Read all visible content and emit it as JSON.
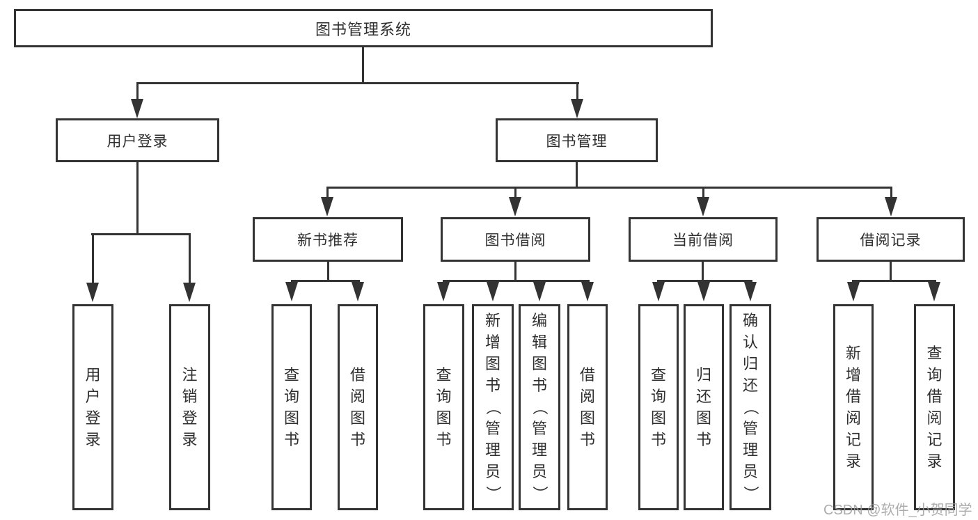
{
  "diagram": {
    "root": "图书管理系统",
    "level2": {
      "user_login": "用户登录",
      "book_mgmt": "图书管理"
    },
    "level3": {
      "new_books": "新书推荐",
      "book_borrow": "图书借阅",
      "current_borrow": "当前借阅",
      "borrow_records": "借阅记录"
    },
    "leaves": {
      "user_login": "用户登录",
      "logout": "注销登录",
      "nb_query": "查询图书",
      "nb_borrow": "借阅图书",
      "bb_query": "查询图书",
      "bb_add": "新增图书（管理员）",
      "bb_edit": "编辑图书（管理员）",
      "bb_borrow": "借阅图书",
      "cb_query": "查询图书",
      "cb_return": "归还图书",
      "cb_confirm": "确认归还（管理员）",
      "br_add": "新增借阅记录",
      "br_query": "查询借阅记录"
    }
  },
  "watermark": "CSDN @软件_小贺同学",
  "colors": {
    "line": "#333333",
    "text": "#2f2f2f",
    "watermark": "#9e9e9e",
    "background": "#ffffff"
  }
}
